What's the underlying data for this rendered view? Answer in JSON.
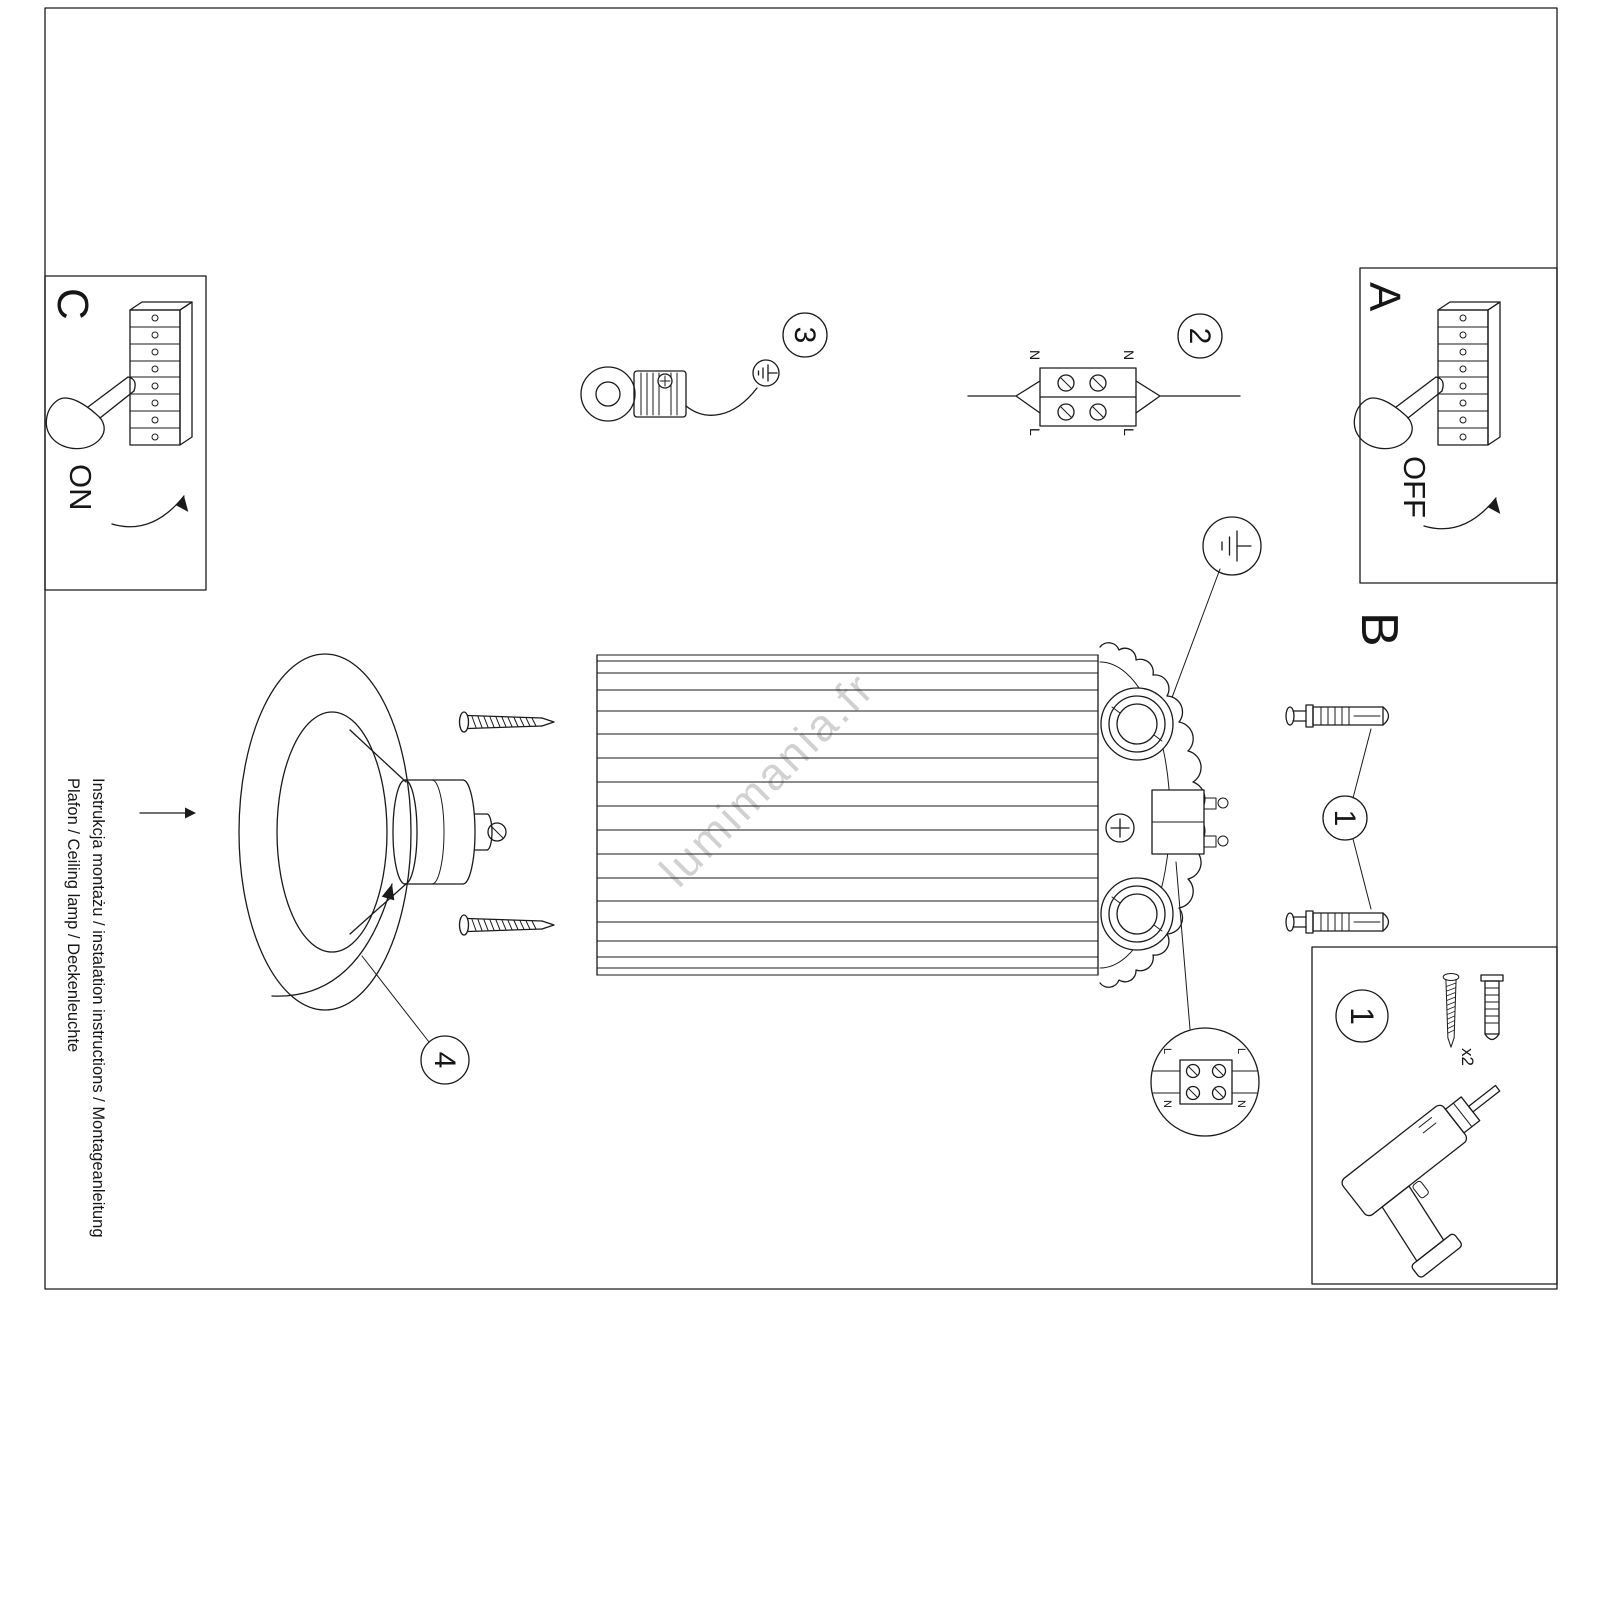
{
  "sheet": {
    "watermark": "lumimania.fr",
    "title_line1": "Instrukcja montażu / instalation instructions / Montageanleitung",
    "title_line2": "Plafon / Ceiling lamp / Deckenleuchte"
  },
  "colors": {
    "ink": "#1a1a1a",
    "watermark": "#c9c9c9",
    "background": "#ffffff"
  },
  "steps": {
    "a": {
      "label": "A",
      "state": "OFF"
    },
    "b": {
      "label": "B"
    },
    "c": {
      "label": "C",
      "state": "ON"
    },
    "s1": "1",
    "s2": "2",
    "s3": "3",
    "s4": "4"
  },
  "tools": {
    "step": "1",
    "screws_qty": "x2"
  },
  "wiring": {
    "n": "N",
    "l": "L"
  }
}
